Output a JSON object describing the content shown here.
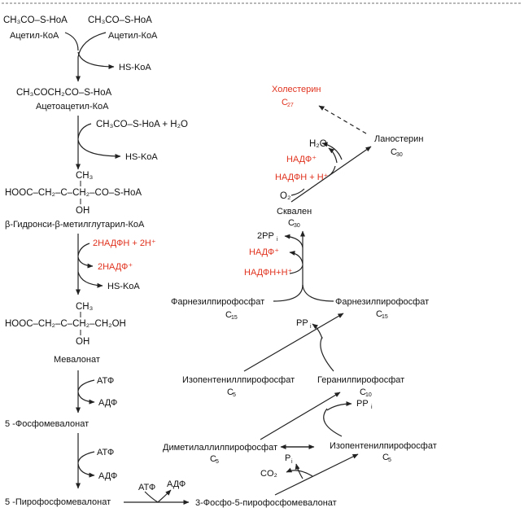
{
  "compounds": {
    "acetyl_coa_formula": "CH₃CO–S-HoA",
    "acetyl_coa_name": "Ацетил-КоА",
    "acetoacetyl_formula": "CH₃COCH₂CO–S-HoA",
    "acetoacetyl_name": "Ацетоацетил-КоА",
    "hmg_main": "HOOC–CH₂–C–CH₂–CO–S-HoA",
    "hmg_name": "β-Гидронси-β-метилглутарил-КоА",
    "mevalonate_main": "HOOC–CH₂–C–CH₂–CH₂OH",
    "mevalonate_name": "Мевалонат",
    "ch3": "CH₃",
    "oh": "OH",
    "phosphomevalonate": "5 -Фосфомевалонат",
    "pyrophosphomevalonate": "5 -Пирофосфомевалонат",
    "phospho_pyrophosphomevalonate": "3-Фосфо-5-пирофосфомевалонат",
    "dimethylallyl": "Диметилаллилпирофосфат",
    "isopentenyl": "Изопентенилпирофосфат",
    "isopentenyl2": "Изопентениллпирофосфат",
    "geranyl": "Геранилпирофосфат",
    "farnesyl": "Фарнезилпирофосфат",
    "squalene": "Сквален",
    "lanosterol": "Ланостерин",
    "cholesterol": "Холестерин"
  },
  "carbons": {
    "c5": "C",
    "c5_sub": "5",
    "c10": "C",
    "c10_sub": "10",
    "c15": "C",
    "c15_sub": "15",
    "c30": "C",
    "c30_sub": "30",
    "c27": "C",
    "c27_sub": "27"
  },
  "reagents": {
    "hs_coa": "HS-KoA",
    "acetyl_h2o": "CH₃CO–S-HoA + H₂O",
    "nadph_2h": "2НАДФН + 2H⁺",
    "nadp_2": "2НАДФ⁺",
    "atp": "АТФ",
    "adp": "АДФ",
    "co2": "CO₂",
    "pi": "P",
    "pi_sub": "i",
    "ppi": "PP",
    "ppi_sub": "i",
    "pp2": "2PP",
    "nadp": "НАДФ⁺",
    "nadph_h": "НАДФН+Н⁺",
    "nadph_h_spaced": "НАДФН + Н⁺",
    "h2o": "H₂O",
    "o2": "O₂"
  },
  "colors": {
    "text": "#111111",
    "highlight": "#e0321e"
  }
}
